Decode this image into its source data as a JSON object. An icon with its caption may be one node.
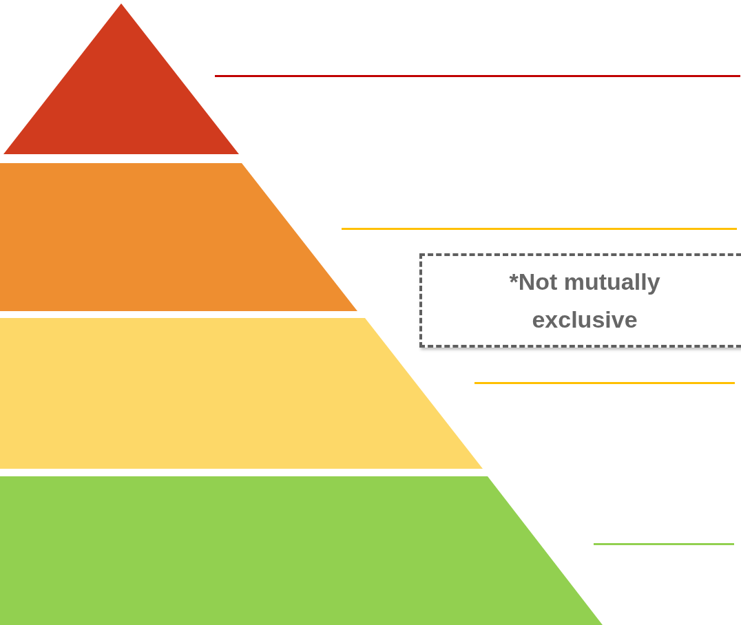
{
  "diagram": {
    "nodes": [
      {
        "text": [],
        "shape": "triangle"
      },
      {
        "text": [],
        "shape": "trapezoid"
      },
      {
        "text": [],
        "shape": "trapezoid"
      },
      {
        "text": [],
        "shape": "trapezoid"
      },
      {
        "text": [
          "*Not mutually exclusive"
        ]
      }
    ]
  }
}
